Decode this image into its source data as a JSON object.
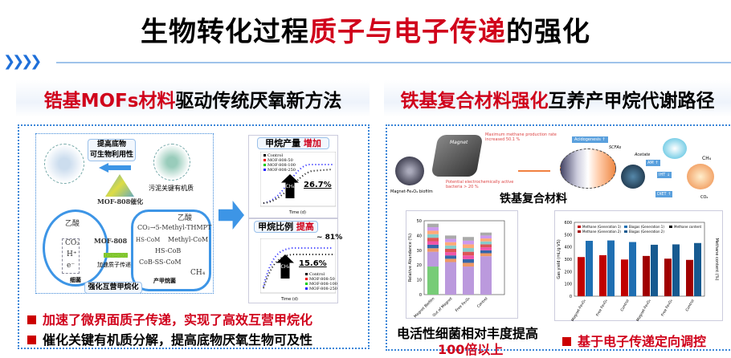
{
  "title": {
    "part1": "生物转化过程",
    "part2": "质子与电子传递",
    "part3": "的强化"
  },
  "left": {
    "heading": {
      "part1": "锆基MOFs材料",
      "part2": "驱动传统厌氧新方法"
    },
    "diagram": {
      "substrate_box": "提高底物\n可生物利用性",
      "sludge_label": "污泥关键有机质",
      "mof_catalysis": "MOF-808催化",
      "acetic_acid": "乙酸",
      "co2": "CO₂",
      "h_plus": "H⁺",
      "electron": "e⁻",
      "bacteria": "细菌",
      "mof808": "MOF-808",
      "proton_transfer": "加速质子传递",
      "methanogen": "产甲烷菌",
      "acetic_acid2": "乙酸",
      "co2_path": "CO₂→5-Methyl-THMPT",
      "hs_com": "HS-CoM",
      "methyl_com": "Methyl-CoM",
      "hs_cob": "HS-CoB",
      "cob_ss_com": "CoB-SS-CoM",
      "ch4": "CH₄",
      "bottom_box": "强化互营甲烷化"
    },
    "chart1": {
      "title_a": "甲烷产量",
      "title_b": "增加",
      "arrow_top": "CH₄",
      "arrow_bottom": "产量",
      "value": "26.7%",
      "xlabel": "Time (d)",
      "legend": [
        "Control",
        "MOF-808-50",
        "MOF-808-100",
        "MOF-808-250"
      ]
    },
    "chart2": {
      "title_a": "甲烷比例",
      "title_b": "提高",
      "arrow_top": "CH₄",
      "arrow_bottom": "比例",
      "value": "15.6%",
      "value2": "~ 81%",
      "xlabel": "Time (d)",
      "legend": [
        "Control",
        "MOF-808-50",
        "MOF-808-100",
        "MOF-808-250"
      ]
    },
    "bullets": [
      "加速了微界面质子传递，实现了高效互营甲烷化",
      "催化关键有机质分解，提高底物厌氧生物可及性"
    ]
  },
  "right": {
    "heading": {
      "part1": "铁基复合材料强化",
      "part2": "互养产甲烷代谢路径"
    },
    "schematic": {
      "max_rate": "Maximum methane production rate increased 50.1 %",
      "potential": "Potential electrochemically active bacteria > 20 %",
      "magnet": "Magnet",
      "biofilm": "Magnet-Fe₃O₄ biofilm",
      "composite": "铁基复合材料",
      "acidogenesis": "Acidogenesis ↑",
      "scfas": "SCFAs",
      "acetate": "Acetate",
      "am": "AM ↑",
      "iht": "IHT ↓",
      "diet": "DIET ↑",
      "ch4": "CH₄",
      "co2": "CO₂"
    },
    "bar_chart": {
      "ylabel": "Relative Abundance (%)",
      "categories": [
        "Magnet Biofilm",
        "Out of Magnet",
        "Free Fe₃O₄",
        "Control"
      ],
      "yticks": [
        "0",
        "10",
        "20",
        "30",
        "40",
        "50"
      ]
    },
    "gas_chart": {
      "ylabel": "Gas yield (mL/g VS)",
      "ylabel2": "Methane content (%)",
      "legend": [
        "Methane (Generation 1)",
        "Methane (Generation 2)",
        "Biogas (Generation 1)",
        "Biogas (Generation 2)",
        "Methane content"
      ],
      "categories": [
        "Magnet-Fe₃O₄",
        "Free Fe₃O₄",
        "Control",
        "Magnet-Fe₃O₄",
        "Free Fe₃O₄",
        "Control"
      ],
      "methane": [
        318,
        333,
        298,
        327,
        305,
        295
      ],
      "biogas": [
        450,
        453,
        440,
        418,
        421,
        432
      ],
      "yticks": [
        "0",
        "100",
        "200",
        "300",
        "400",
        "500",
        "600"
      ]
    },
    "caption": "电活性细菌相对丰度提高",
    "caption2": "100倍以上",
    "bullet": "基于电子传递定向调控"
  },
  "colors": {
    "accent_red": "#d0021b",
    "accent_blue": "#3a86d8",
    "methane": "#c00000",
    "biogas": "#1f6fb2"
  }
}
